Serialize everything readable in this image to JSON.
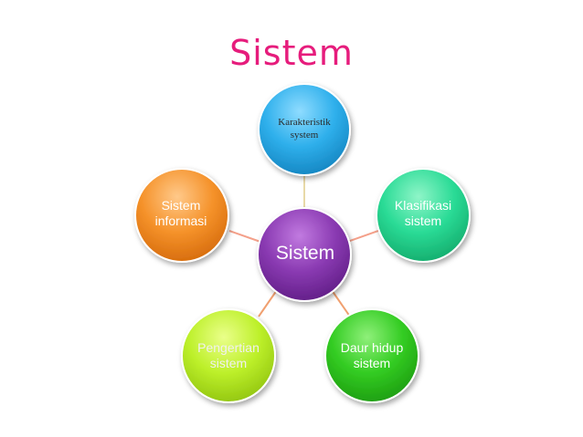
{
  "title": "Sistem",
  "center": {
    "label": "Sistem",
    "color": "#7b2fa0"
  },
  "nodes": {
    "top": {
      "label": "Karakteristik\nsystem",
      "color": "#29a3e0"
    },
    "right": {
      "label": "Klasifikasi\nsistem",
      "color": "#22d48e"
    },
    "bottom_right": {
      "label": "Daur hidup\nsistem",
      "color": "#2cc420"
    },
    "bottom_left": {
      "label": "Pengertian\nsistem",
      "color": "#b3e81e"
    },
    "left": {
      "label": "Sistem\ninformasi",
      "color": "#f0891a"
    }
  },
  "colors": {
    "title": "#e61c7c",
    "connector_top": "#e8d9a8",
    "connector_right": "#f4a08a",
    "connector_left": "#f4a08a",
    "connector_bottom_left": "#f0a070",
    "connector_bottom_right": "#f0a070"
  }
}
